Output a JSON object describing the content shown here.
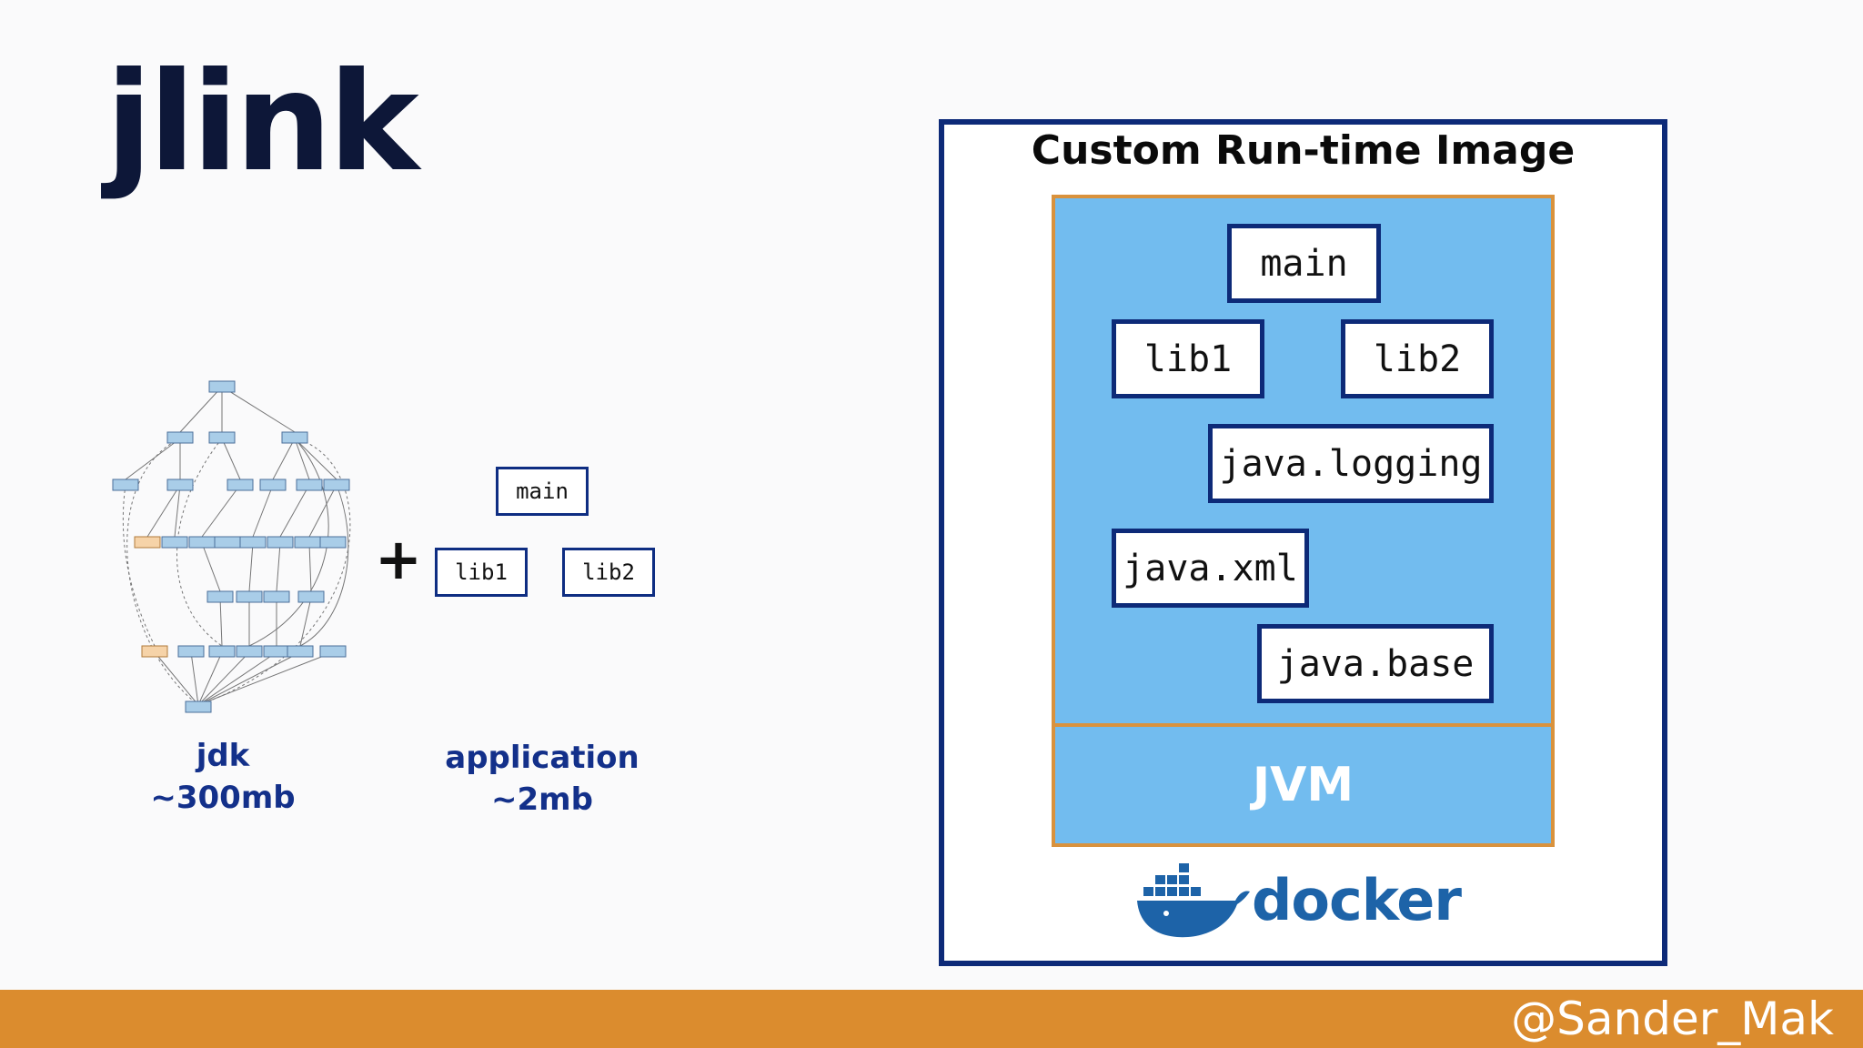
{
  "slide": {
    "title": "jlink"
  },
  "left": {
    "jdk_caption_line1": "jdk",
    "jdk_caption_line2": "~300mb",
    "plus": "+",
    "app_modules": {
      "main": "main",
      "lib1": "lib1",
      "lib2": "lib2"
    },
    "app_caption_line1": "application",
    "app_caption_line2": "~2mb"
  },
  "runtime_image": {
    "title": "Custom Run-time Image",
    "modules": {
      "main": "main",
      "lib1": "lib1",
      "lib2": "lib2",
      "java_logging": "java.logging",
      "java_xml": "java.xml",
      "java_base": "java.base"
    },
    "jvm": "JVM",
    "docker_logo_text": "docker"
  },
  "footer": {
    "handle": "@Sander_Mak"
  },
  "colors": {
    "title": "#0d1738",
    "module_border": "#0e2d82",
    "caption": "#13308a",
    "image_fill": "#72bcef",
    "image_border": "#d9923d",
    "footer": "#db8c2e",
    "docker": "#1d63a8"
  }
}
